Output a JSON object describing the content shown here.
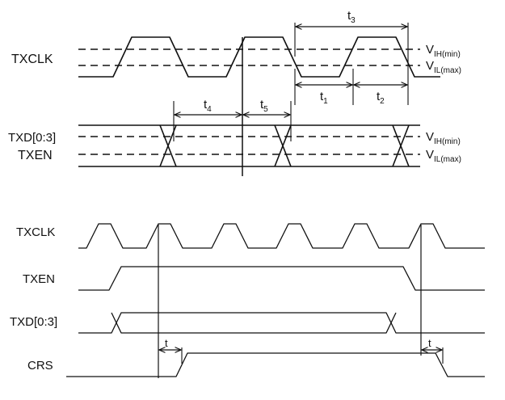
{
  "upper": {
    "signals": {
      "txclk": "TXCLK",
      "txd": "TXD[0:3]",
      "txen": "TXEN"
    },
    "thresholds": {
      "vih_main": "V",
      "vih_sub": "IH(min)",
      "vil_main": "V",
      "vil_sub": "IL(max)"
    },
    "timing": {
      "t1_main": "t",
      "t1_sub": "1",
      "t2_main": "t",
      "t2_sub": "2",
      "t3_main": "t",
      "t3_sub": "3",
      "t4_main": "t",
      "t4_sub": "4",
      "t5_main": "t",
      "t5_sub": "5"
    }
  },
  "lower": {
    "signals": {
      "txclk": "TXCLK",
      "txen": "TXEN",
      "txd": "TXD[0:3]",
      "crs": "CRS"
    },
    "delay_label_left": "t",
    "delay_label_right": "t"
  }
}
